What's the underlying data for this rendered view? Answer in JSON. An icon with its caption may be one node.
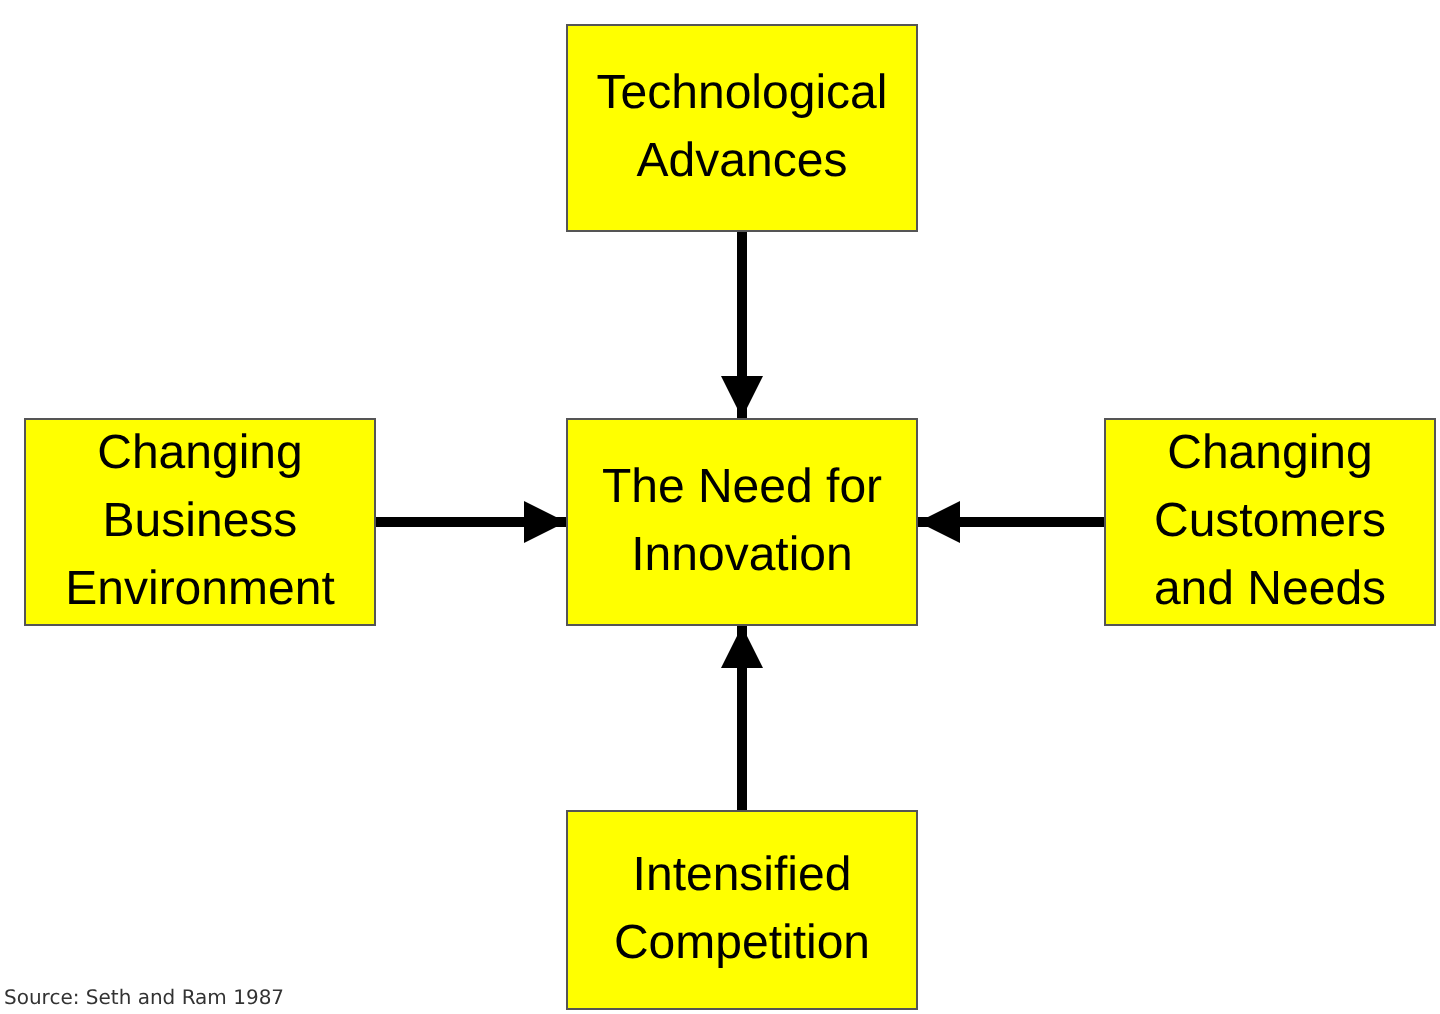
{
  "diagram": {
    "nodes": [
      {
        "text": [
          "Technological Advances"
        ]
      },
      {
        "text": [
          "Changing Business Environment"
        ]
      },
      {
        "text": [
          "The Need for Innovation"
        ]
      },
      {
        "text": [
          "Changing Customers and Needs"
        ]
      },
      {
        "text": [
          "Intensified Competition"
        ]
      }
    ],
    "edges": [
      {
        "from": 0,
        "to": 2,
        "arrow": "to"
      },
      {
        "from": 1,
        "to": 2,
        "arrow": "to"
      },
      {
        "from": 3,
        "to": 2,
        "arrow": "to"
      },
      {
        "from": 4,
        "to": 2,
        "arrow": "to"
      }
    ],
    "labels": [
      "Source: Seth and Ram 1987"
    ]
  }
}
